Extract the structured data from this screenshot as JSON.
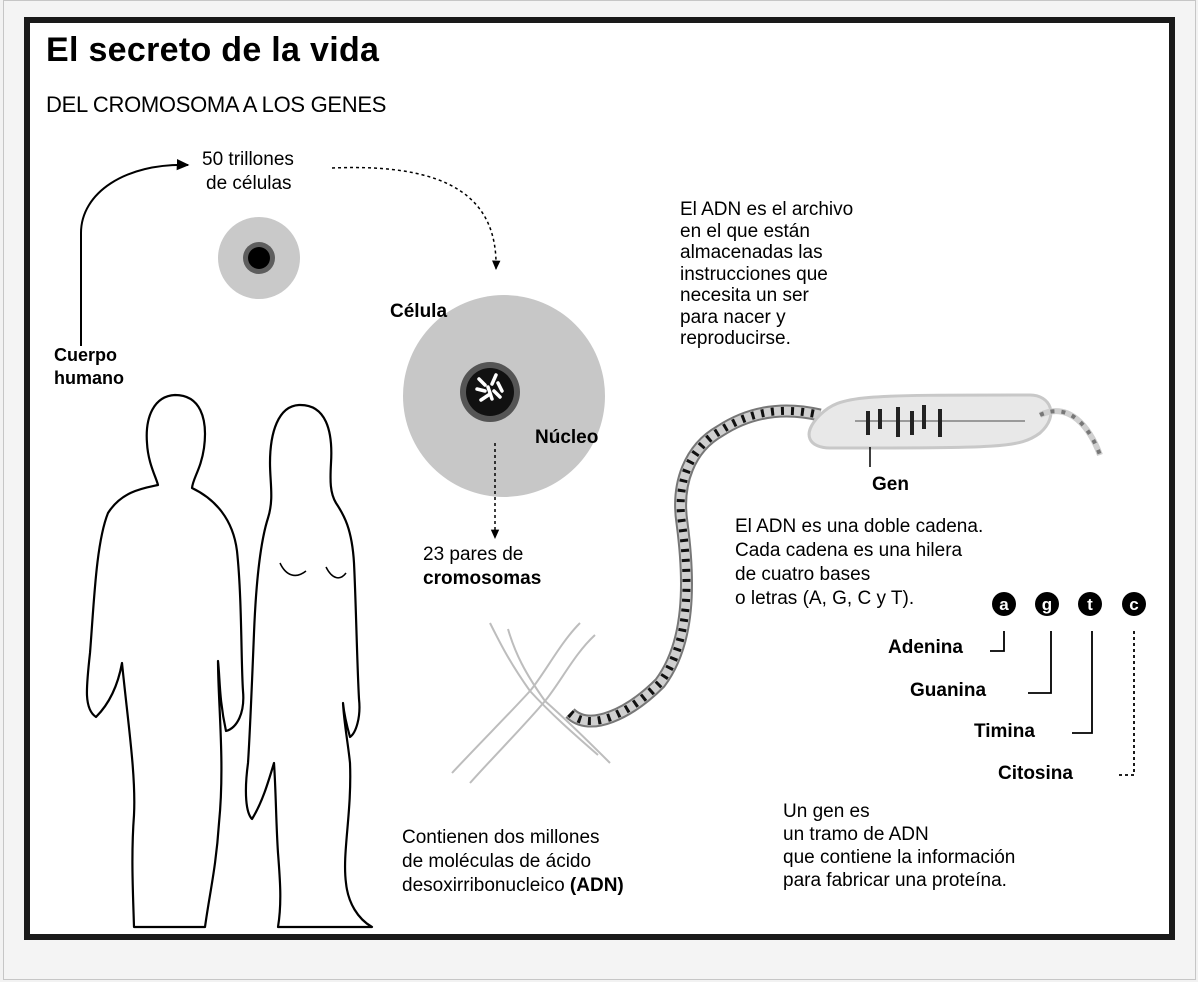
{
  "title": "El secreto de la vida",
  "subtitle": "DEL CROMOSOMA A LOS GENES",
  "labels": {
    "cells_line1": "50 trillones",
    "cells_line2": "de células",
    "cell": "Célula",
    "body": "Cuerpo\nhumano",
    "nucleus": "Núcleo",
    "pairs_line1": "23 pares de",
    "pairs_line2": "cromosomas",
    "gene": "Gen"
  },
  "texts": {
    "archive": "El ADN es el archivo\nen el que están\nalmacenadas las\ninstrucciones que\nnecesita un ser\npara nacer y\nreproducirse.",
    "double_chain": "El ADN es una doble cadena.\nCada cadena es una hilera\nde cuatro bases\no letras (A, G, C y T).",
    "molecules_prefix": "Contienen dos millones\nde moléculas de ácido\ndesoxirribonucleico ",
    "molecules_bold": "(ADN)",
    "gene_def": "Un gen es\nun tramo de ADN\nque contiene la información\npara fabricar una proteína."
  },
  "bases": [
    {
      "letter": "a",
      "name": "Adenina"
    },
    {
      "letter": "g",
      "name": "Guanina"
    },
    {
      "letter": "t",
      "name": "Timina"
    },
    {
      "letter": "c",
      "name": "Citosina"
    }
  ]
}
